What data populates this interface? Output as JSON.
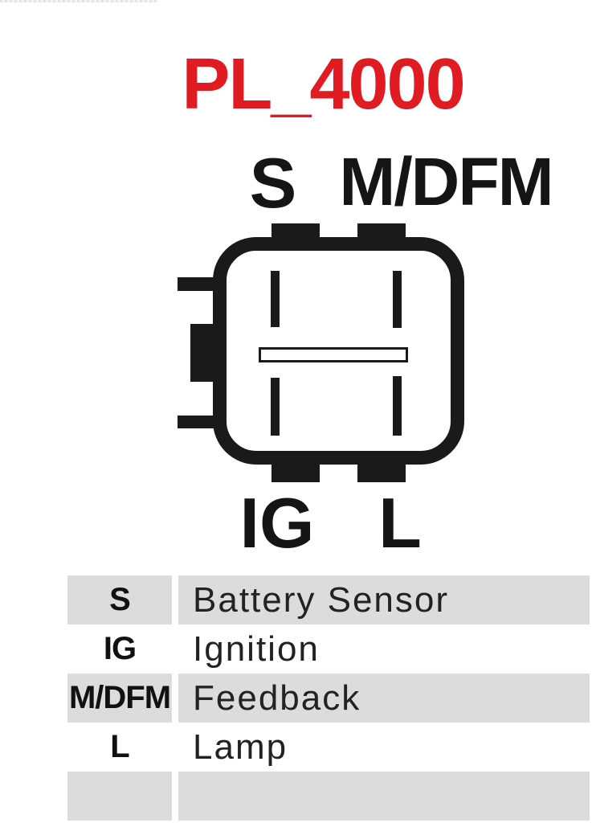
{
  "title": {
    "text": "PL_4000",
    "color": "#e01b22"
  },
  "connector": {
    "top_labels": [
      {
        "text": "S"
      },
      {
        "text": "M/DFM"
      }
    ],
    "bottom_labels": [
      {
        "text": "IG"
      },
      {
        "text": "L"
      }
    ],
    "ink_color": "#1a1a1a",
    "pin_count": 4
  },
  "pin_table": {
    "stripe_color": "#dcdcdc",
    "rows": [
      {
        "pin": "S",
        "description": "Battery Sensor"
      },
      {
        "pin": "IG",
        "description": "Ignition"
      },
      {
        "pin": "M/DFM",
        "description": "Feedback"
      },
      {
        "pin": "L",
        "description": "Lamp"
      },
      {
        "pin": "",
        "description": ""
      }
    ]
  }
}
